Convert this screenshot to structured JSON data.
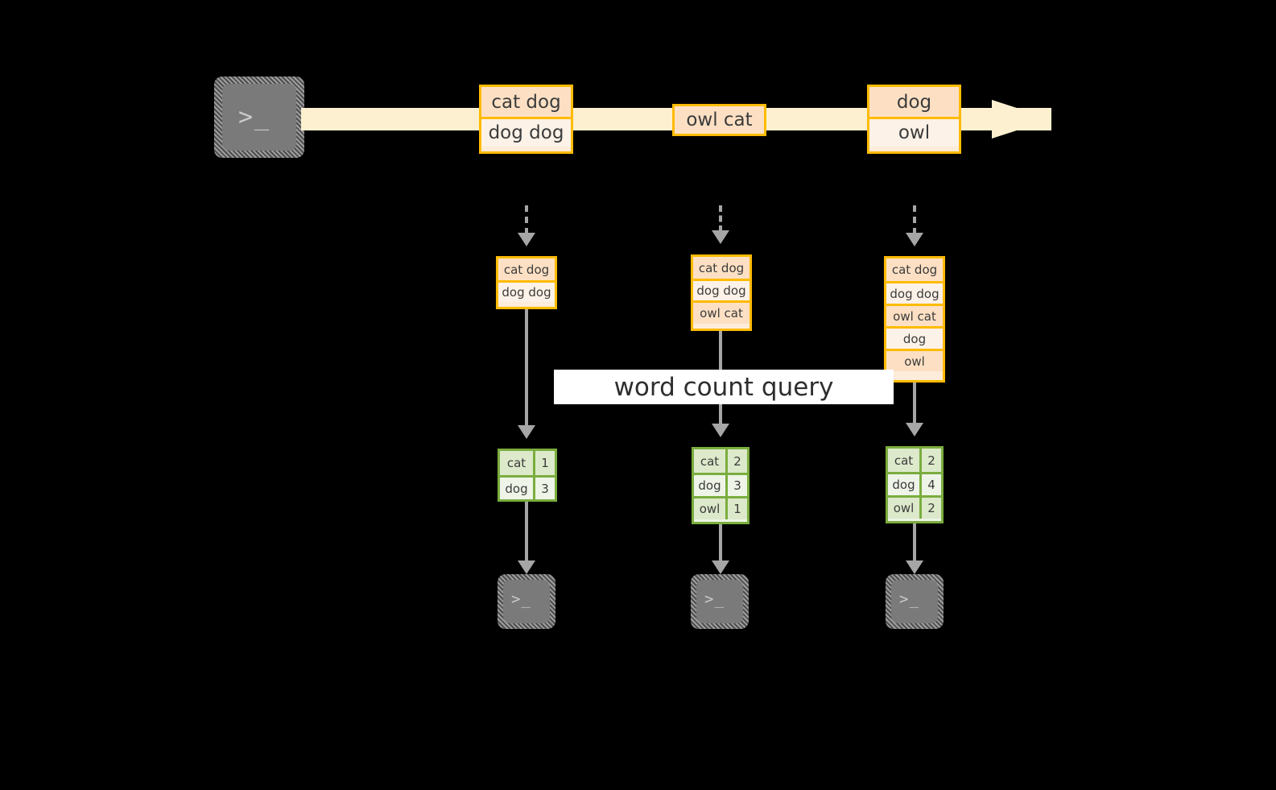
{
  "theme": {
    "background": "#000000",
    "band_fill": "#fdf0d0",
    "msg_border": "#ffbb00",
    "msg_fill_dark": "#fde0c4",
    "msg_fill_light": "#fdf2e8",
    "table_border": "#7aad3e",
    "table_fill_dark": "#dde9cb",
    "table_fill_light": "#eff4e8",
    "connector": "#a6a6a6",
    "terminal_face": "#7a7a7a",
    "label_band": "#ffffff",
    "text": "#3b3b3b"
  },
  "producer": {
    "icon": "terminal-icon",
    "glyph": ">_"
  },
  "stream": {
    "label": "",
    "messages": [
      {
        "id": "stream-message-1",
        "rows": [
          {
            "text": "cat dog",
            "shade": "dark"
          },
          {
            "text": "dog dog",
            "shade": "light"
          }
        ]
      },
      {
        "id": "stream-message-2",
        "rows": [
          {
            "text": "owl cat",
            "shade": "dark"
          }
        ]
      },
      {
        "id": "stream-message-3",
        "rows": [
          {
            "text": "dog",
            "shade": "dark"
          },
          {
            "text": "owl",
            "shade": "light"
          }
        ]
      }
    ]
  },
  "query": {
    "label": "word count query"
  },
  "stages": [
    {
      "id": "stage-1",
      "accumulated": [
        {
          "text": "cat dog",
          "shade": "dark"
        },
        {
          "text": "dog dog",
          "shade": "light"
        }
      ],
      "result": {
        "rows": [
          {
            "word": "cat",
            "count": "1",
            "shade": "dark"
          },
          {
            "word": "dog",
            "count": "3",
            "shade": "light"
          }
        ]
      },
      "consumer": {
        "icon": "terminal-icon",
        "glyph": ">_"
      }
    },
    {
      "id": "stage-2",
      "accumulated": [
        {
          "text": "cat dog",
          "shade": "dark"
        },
        {
          "text": "dog dog",
          "shade": "light"
        },
        {
          "text": "owl cat",
          "shade": "dark"
        }
      ],
      "result": {
        "rows": [
          {
            "word": "cat",
            "count": "2",
            "shade": "dark"
          },
          {
            "word": "dog",
            "count": "3",
            "shade": "light"
          },
          {
            "word": "owl",
            "count": "1",
            "shade": "dark"
          }
        ]
      },
      "consumer": {
        "icon": "terminal-icon",
        "glyph": ">_"
      }
    },
    {
      "id": "stage-3",
      "accumulated": [
        {
          "text": "cat dog",
          "shade": "dark"
        },
        {
          "text": "dog dog",
          "shade": "light"
        },
        {
          "text": "owl cat",
          "shade": "dark"
        },
        {
          "text": "dog",
          "shade": "light"
        },
        {
          "text": "owl",
          "shade": "dark"
        }
      ],
      "result": {
        "rows": [
          {
            "word": "cat",
            "count": "2",
            "shade": "dark"
          },
          {
            "word": "dog",
            "count": "4",
            "shade": "light"
          },
          {
            "word": "owl",
            "count": "2",
            "shade": "dark"
          }
        ]
      },
      "consumer": {
        "icon": "terminal-icon",
        "glyph": ">_"
      }
    }
  ]
}
